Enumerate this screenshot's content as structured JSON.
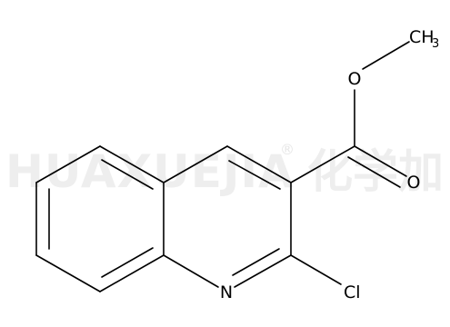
{
  "watermark": {
    "latin": "HUAXUEJIA",
    "registered": "®",
    "cjk": "化学加"
  },
  "atoms": {
    "nitrogen": "N",
    "chlorine": "Cl",
    "ester_oxygen": "O",
    "carbonyl_oxygen": "O",
    "methyl": "CH",
    "methyl_subscript": "3"
  },
  "colors": {
    "bond": "#000000",
    "watermark": "#eeeeee",
    "background": "#ffffff"
  }
}
